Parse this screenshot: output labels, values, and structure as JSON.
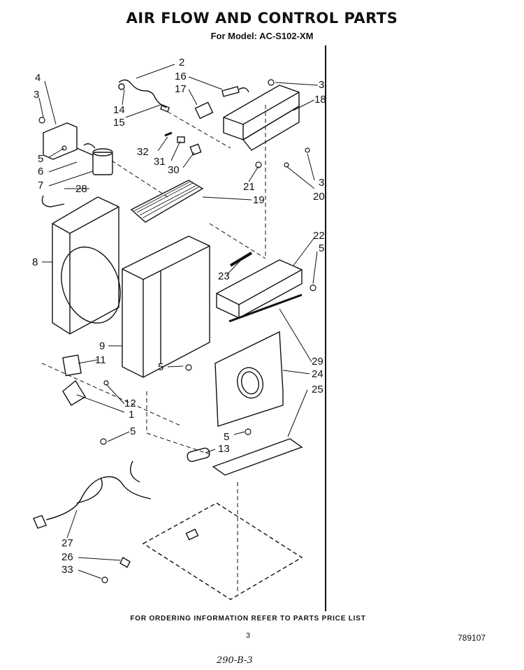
{
  "header": {
    "title": "AIR FLOW AND CONTROL PARTS",
    "subtitle": "For Model: AC-S102-XM"
  },
  "callouts": [
    "1",
    "2",
    "3",
    "4",
    "5",
    "6",
    "7",
    "8",
    "9",
    "11",
    "12",
    "13",
    "14",
    "15",
    "16",
    "17",
    "18",
    "19",
    "20",
    "21",
    "22",
    "23",
    "24",
    "25",
    "26",
    "27",
    "28",
    "29",
    "30",
    "31",
    "32",
    "33"
  ],
  "labels": {
    "n1": "1",
    "n2": "2",
    "n3": "3",
    "n4": "4",
    "n5": "5",
    "n6": "6",
    "n7": "7",
    "n8": "8",
    "n9": "9",
    "n11": "11",
    "n12": "12",
    "n13": "13",
    "n14": "14",
    "n15": "15",
    "n16": "16",
    "n17": "17",
    "n18": "18",
    "n19": "19",
    "n20": "20",
    "n21": "21",
    "n22": "22",
    "n23": "23",
    "n24": "24",
    "n25": "25",
    "n26": "26",
    "n27": "27",
    "n28": "28",
    "n29": "29",
    "n30": "30",
    "n31": "31",
    "n32": "32",
    "n33": "33"
  },
  "footer": {
    "ordering_note": "FOR ORDERING INFORMATION REFER TO PARTS PRICE LIST",
    "page_number": "3",
    "doc_number": "789107",
    "handwritten": "290-B-3"
  }
}
